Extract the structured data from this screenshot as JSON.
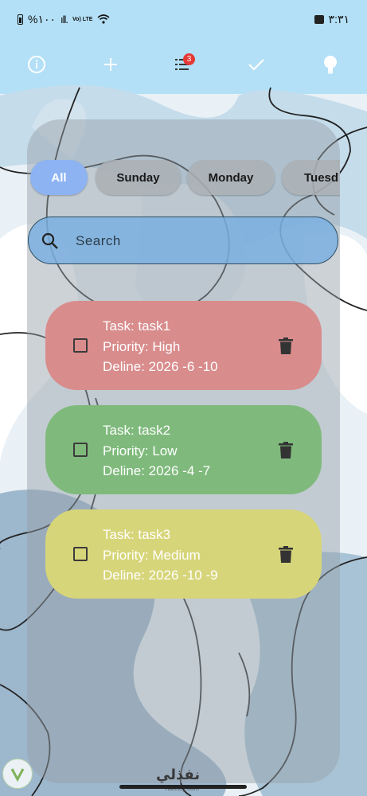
{
  "status_bar": {
    "battery_text": "%١٠٠",
    "network_text": "Vo) LTE",
    "time": "٣:٣١"
  },
  "toolbar": {
    "info_icon": "info-circle-icon",
    "add_icon": "plus-icon",
    "list_icon": "checklist-icon",
    "list_badge": "3",
    "done_icon": "check-icon",
    "theme_icon": "lightbulb-icon"
  },
  "filters": {
    "chips": [
      "All",
      "Sunday",
      "Monday",
      "Tuesd"
    ],
    "active_index": 0
  },
  "search": {
    "placeholder": "Search",
    "value": ""
  },
  "tasks": [
    {
      "task": "Task: task1",
      "priority": "Priority: High",
      "deadline": "Deline: 2026 -6 -10",
      "color": "#d98c8c",
      "checked": false
    },
    {
      "task": "Task: task2",
      "priority": "Priority: Low",
      "deadline": "Deline: 2026 -4 -7",
      "color": "#7fba7c",
      "checked": false
    },
    {
      "task": "Task: task3",
      "priority": "Priority: Medium",
      "deadline": "Deline: 2026 -10 -9",
      "color": "#d7d579",
      "checked": false
    }
  ],
  "watermark": {
    "text": "نفذلي",
    "url": "nafezly.com"
  },
  "colors": {
    "header": "#b3e0f7",
    "chip_active": "#8db3f3",
    "search": "#78afe1",
    "badge": "#e53935"
  }
}
